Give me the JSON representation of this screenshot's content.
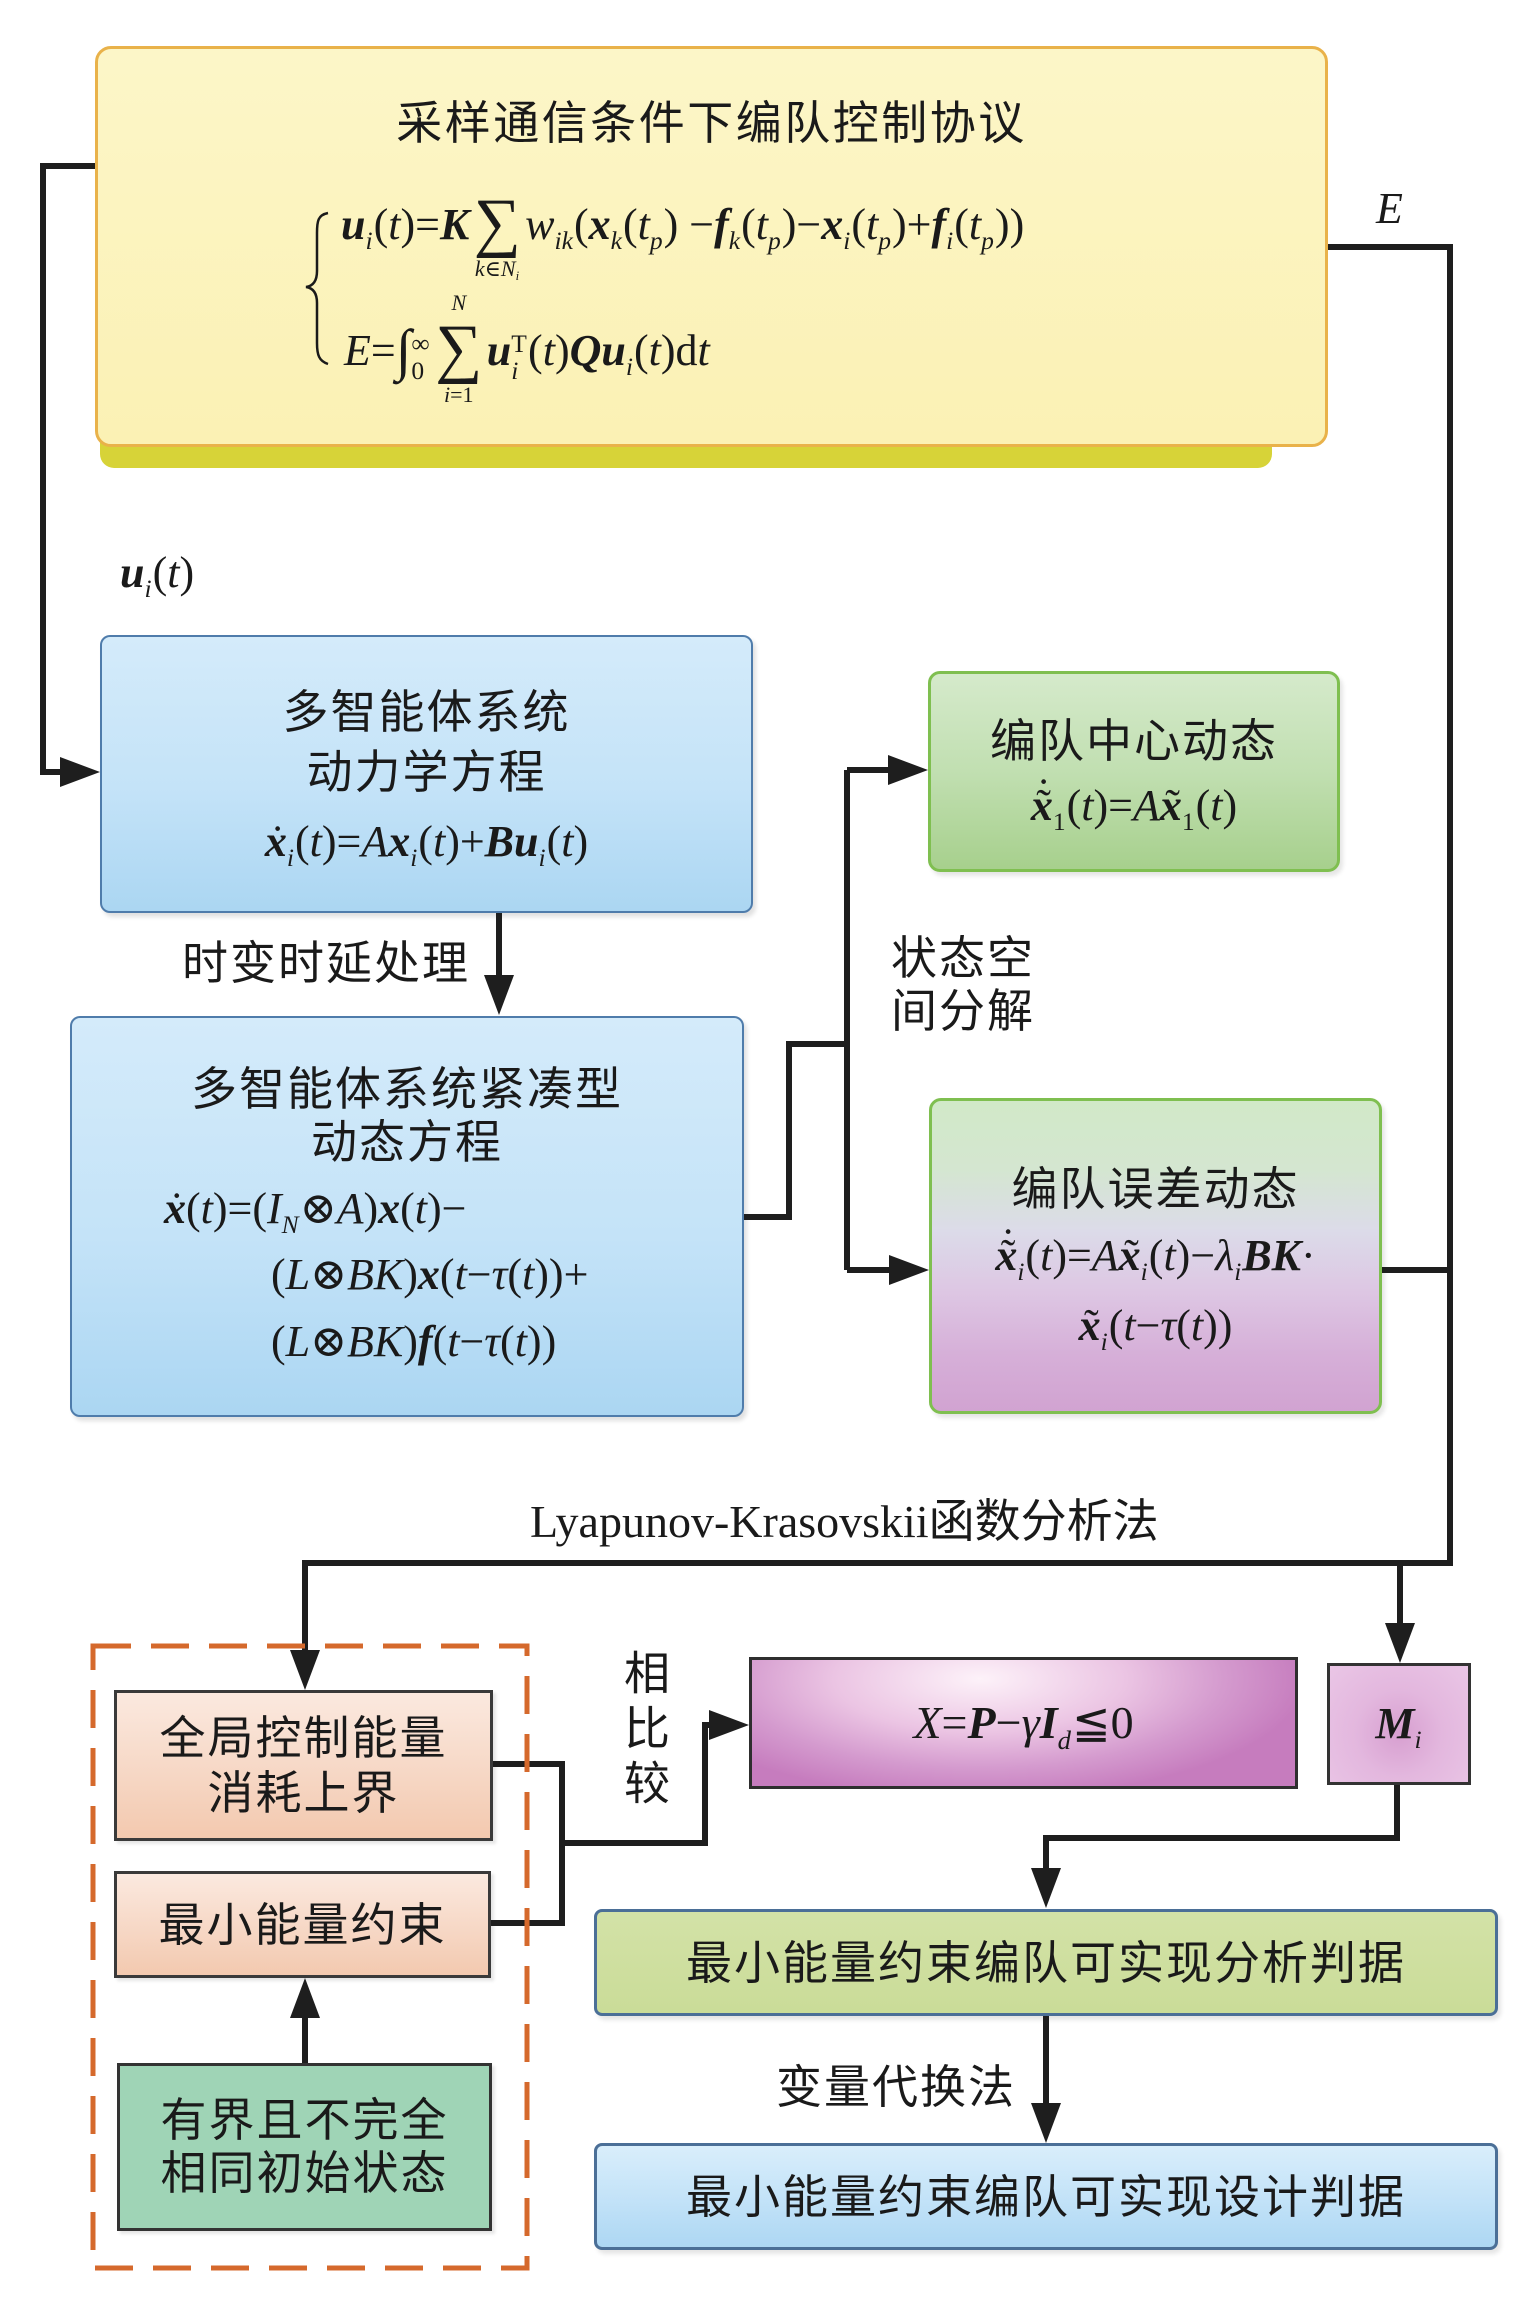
{
  "diagram": {
    "control_protocol": {
      "title": "采样通信条件下编队控制协议",
      "equations": [
        [
          {
            "s": "u",
            "f": "bi",
            "sub": "i"
          },
          {
            "s": "(",
            "f": "r"
          },
          {
            "s": "t",
            "f": "i"
          },
          {
            "s": ")=",
            "f": "r"
          },
          {
            "s": "K",
            "f": "bi"
          },
          {
            "op": "sum",
            "s": "∑",
            "lo": [
              {
                "s": "k",
                "f": "i"
              },
              {
                "s": "∈",
                "f": "r"
              },
              {
                "s": "N",
                "f": "i",
                "sub": "i"
              }
            ]
          },
          {
            "s": "w",
            "f": "i",
            "sub": "ik"
          },
          {
            "s": "(",
            "f": "r"
          },
          {
            "s": "x",
            "f": "bi",
            "sub": "k"
          },
          {
            "s": "(",
            "f": "r"
          },
          {
            "s": "t",
            "f": "i",
            "sub": "p"
          },
          {
            "s": ") −",
            "f": "r"
          },
          {
            "s": "f",
            "f": "bi",
            "sub": "k"
          },
          {
            "s": "(",
            "f": "r"
          },
          {
            "s": "t",
            "f": "i",
            "sub": "p"
          },
          {
            "s": ")−",
            "f": "r"
          },
          {
            "s": "x",
            "f": "bi",
            "sub": "i"
          },
          {
            "s": "(",
            "f": "r"
          },
          {
            "s": "t",
            "f": "i",
            "sub": "p"
          },
          {
            "s": ")+",
            "f": "r"
          },
          {
            "s": "f",
            "f": "bi",
            "sub": "i"
          },
          {
            "s": "(",
            "f": "r"
          },
          {
            "s": "t",
            "f": "i",
            "sub": "p"
          },
          {
            "s": "))",
            "f": "r"
          }
        ],
        [
          {
            "s": "E",
            "f": "i"
          },
          {
            "s": "=",
            "f": "r"
          },
          {
            "s": "∫",
            "f": "r",
            "big": true,
            "sub": "0",
            "sup": "∞"
          },
          {
            "op": "sum",
            "s": "∑",
            "hi": [
              {
                "s": "N",
                "f": "i"
              }
            ],
            "lo": [
              {
                "s": "i",
                "f": "i"
              },
              {
                "s": "=1",
                "f": "r"
              }
            ]
          },
          {
            "s": "u",
            "f": "bi",
            "sub": "i",
            "sup": "T"
          },
          {
            "s": "(",
            "f": "r"
          },
          {
            "s": "t",
            "f": "i"
          },
          {
            "s": ") ",
            "f": "r"
          },
          {
            "s": "Q",
            "f": "bi"
          },
          {
            "s": "u",
            "f": "bi",
            "sub": "i"
          },
          {
            "s": "(",
            "f": "r"
          },
          {
            "s": "t",
            "f": "i"
          },
          {
            "s": ")d",
            "f": "r"
          },
          {
            "s": "t",
            "f": "i"
          }
        ]
      ]
    },
    "edge_labels": {
      "control_input": [
        {
          "s": "u",
          "f": "bi",
          "sub": "i"
        },
        {
          "s": "(",
          "f": "r"
        },
        {
          "s": "t",
          "f": "i"
        },
        {
          "s": ")",
          "f": "r"
        }
      ],
      "energy": "E",
      "delay_processing": "时变时延处理",
      "state_space_decomposition": [
        "状态空",
        "间分解"
      ],
      "lyapunov_method": "Lyapunov-Krasovskii函数分析法",
      "compare": "相比较",
      "variable_substitution": "变量代换法"
    },
    "multi_agent_dynamics": {
      "title_lines": [
        "多智能体系统",
        "动力学方程"
      ],
      "equation": [
        {
          "s": "x",
          "f": "bi",
          "sub": "i",
          "acc": "dot"
        },
        {
          "s": "(",
          "f": "r"
        },
        {
          "s": "t",
          "f": "i"
        },
        {
          "s": ")=",
          "f": "r"
        },
        {
          "s": "A",
          "f": "i"
        },
        {
          "s": "x",
          "f": "bi",
          "sub": "i"
        },
        {
          "s": "(",
          "f": "r"
        },
        {
          "s": "t",
          "f": "i"
        },
        {
          "s": ")+",
          "f": "r"
        },
        {
          "s": "B",
          "f": "bi"
        },
        {
          "s": "u",
          "f": "bi",
          "sub": "i"
        },
        {
          "s": "(",
          "f": "r"
        },
        {
          "s": "t",
          "f": "i"
        },
        {
          "s": ")",
          "f": "r"
        }
      ]
    },
    "compact_dynamics": {
      "title_lines": [
        "多智能体系统紧凑型",
        "动态方程"
      ],
      "equation_lines": [
        [
          {
            "s": "x",
            "f": "bi",
            "acc": "dot"
          },
          {
            "s": "(",
            "f": "r"
          },
          {
            "s": "t",
            "f": "i"
          },
          {
            "s": ")=(",
            "f": "r"
          },
          {
            "s": "I",
            "f": "i",
            "sub": "N"
          },
          {
            "s": "⊗",
            "f": "r"
          },
          {
            "s": "A",
            "f": "i"
          },
          {
            "s": ")",
            "f": "r"
          },
          {
            "s": "x",
            "f": "bi"
          },
          {
            "s": "(",
            "f": "r"
          },
          {
            "s": "t",
            "f": "i"
          },
          {
            "s": ")−",
            "f": "r"
          }
        ],
        [
          {
            "s": "(",
            "f": "r"
          },
          {
            "s": "L",
            "f": "i"
          },
          {
            "s": "⊗",
            "f": "r"
          },
          {
            "s": "BK",
            "f": "i"
          },
          {
            "s": ")",
            "f": "r"
          },
          {
            "s": "x",
            "f": "bi"
          },
          {
            "s": "(",
            "f": "r"
          },
          {
            "s": "t",
            "f": "i"
          },
          {
            "s": "−",
            "f": "r"
          },
          {
            "s": "τ",
            "f": "i"
          },
          {
            "s": "(",
            "f": "r"
          },
          {
            "s": "t",
            "f": "i"
          },
          {
            "s": "))+",
            "f": "r"
          }
        ],
        [
          {
            "s": "(",
            "f": "r"
          },
          {
            "s": "L",
            "f": "i"
          },
          {
            "s": "⊗",
            "f": "r"
          },
          {
            "s": "BK",
            "f": "i"
          },
          {
            "s": ") ",
            "f": "r"
          },
          {
            "s": "f",
            "f": "bi"
          },
          {
            "s": "(",
            "f": "r"
          },
          {
            "s": "t",
            "f": "i"
          },
          {
            "s": "−",
            "f": "r"
          },
          {
            "s": "τ",
            "f": "i"
          },
          {
            "s": "(",
            "f": "r"
          },
          {
            "s": "t",
            "f": "i"
          },
          {
            "s": "))",
            "f": "r"
          }
        ]
      ]
    },
    "formation_center_dynamics": {
      "title": "编队中心动态",
      "equation": [
        {
          "s": "x",
          "f": "bi",
          "sub": "1",
          "acc": "tildedot"
        },
        {
          "s": "(",
          "f": "r"
        },
        {
          "s": "t",
          "f": "i"
        },
        {
          "s": ")=",
          "f": "r"
        },
        {
          "s": "A",
          "f": "i"
        },
        {
          "s": "x",
          "f": "bi",
          "sub": "1",
          "acc": "tilde"
        },
        {
          "s": "(",
          "f": "r"
        },
        {
          "s": "t",
          "f": "i"
        },
        {
          "s": ")",
          "f": "r"
        }
      ]
    },
    "formation_error_dynamics": {
      "title": "编队误差动态",
      "equation_lines": [
        [
          {
            "s": "x",
            "f": "bi",
            "sub": "i",
            "acc": "tildedot"
          },
          {
            "s": "(",
            "f": "r"
          },
          {
            "s": "t",
            "f": "i"
          },
          {
            "s": ")=",
            "f": "r"
          },
          {
            "s": "A",
            "f": "i"
          },
          {
            "s": "x",
            "f": "bi",
            "sub": "i",
            "acc": "tilde"
          },
          {
            "s": "(",
            "f": "r"
          },
          {
            "s": "t",
            "f": "i"
          },
          {
            "s": ")−",
            "f": "r"
          },
          {
            "s": "λ",
            "f": "i",
            "sub": "i"
          },
          {
            "s": "BK",
            "f": "bi"
          },
          {
            "s": "·",
            "f": "r"
          }
        ],
        [
          {
            "s": "x",
            "f": "bi",
            "sub": "i",
            "acc": "tilde"
          },
          {
            "s": "(",
            "f": "r"
          },
          {
            "s": "t",
            "f": "i"
          },
          {
            "s": "−",
            "f": "r"
          },
          {
            "s": "τ",
            "f": "i"
          },
          {
            "s": "(",
            "f": "r"
          },
          {
            "s": "t",
            "f": "i"
          },
          {
            "s": "))",
            "f": "r"
          }
        ]
      ]
    },
    "energy_upper_bound": {
      "lines": [
        "全局控制能量",
        "消耗上界"
      ]
    },
    "min_energy_constraint": {
      "label": "最小能量约束"
    },
    "initial_states": {
      "lines": [
        "有界且不完全",
        "相同初始状态"
      ]
    },
    "lmi_condition": {
      "equation": [
        {
          "s": "X",
          "f": "i"
        },
        {
          "s": "=",
          "f": "r"
        },
        {
          "s": "P",
          "f": "bi"
        },
        {
          "s": "−",
          "f": "r"
        },
        {
          "s": "γ",
          "f": "i"
        },
        {
          "s": "I",
          "f": "bi",
          "sub": "d"
        },
        {
          "s": "≦",
          "f": "r"
        },
        {
          "s": "0",
          "f": "r"
        }
      ]
    },
    "matrix_Mi": {
      "equation": [
        {
          "s": "M",
          "f": "bi",
          "sub": "i"
        }
      ]
    },
    "analysis_criterion": {
      "label": "最小能量约束编队可实现分析判据"
    },
    "design_criterion": {
      "label": "最小能量约束编队可实现设计判据"
    }
  }
}
